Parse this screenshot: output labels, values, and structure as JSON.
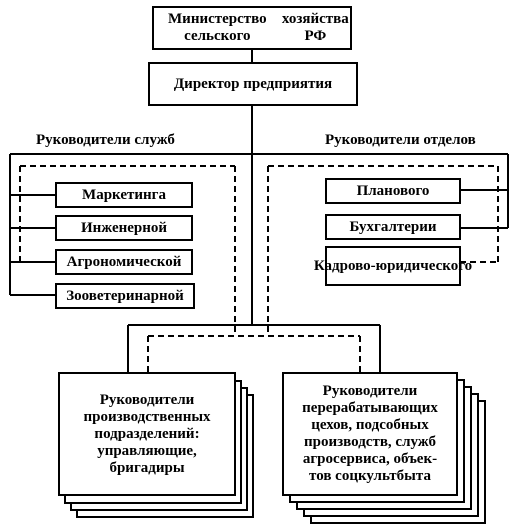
{
  "top": {
    "ministry": [
      "Министерство сельского",
      "хозяйства РФ"
    ],
    "director": "Директор предприятия"
  },
  "left_group": {
    "heading": "Руководители служб",
    "items": [
      "Маркетинга",
      "Инженерной",
      "Агрономической",
      "Зооветеринарной"
    ]
  },
  "right_group": {
    "heading": "Руководители отделов",
    "items": [
      "Планового",
      "Бухгалтерии"
    ],
    "cadre": [
      "Кадрово-",
      "юридического"
    ]
  },
  "bottom": {
    "production": [
      "Руководители",
      "производственных",
      "подразделений:",
      "управляющие,",
      "бригадиры"
    ],
    "processing": [
      "Руководители",
      "перерабатывающих",
      "цехов, подсобных",
      "производств, служб",
      "агросервиса, объек-",
      "тов соцкультбыта"
    ]
  }
}
